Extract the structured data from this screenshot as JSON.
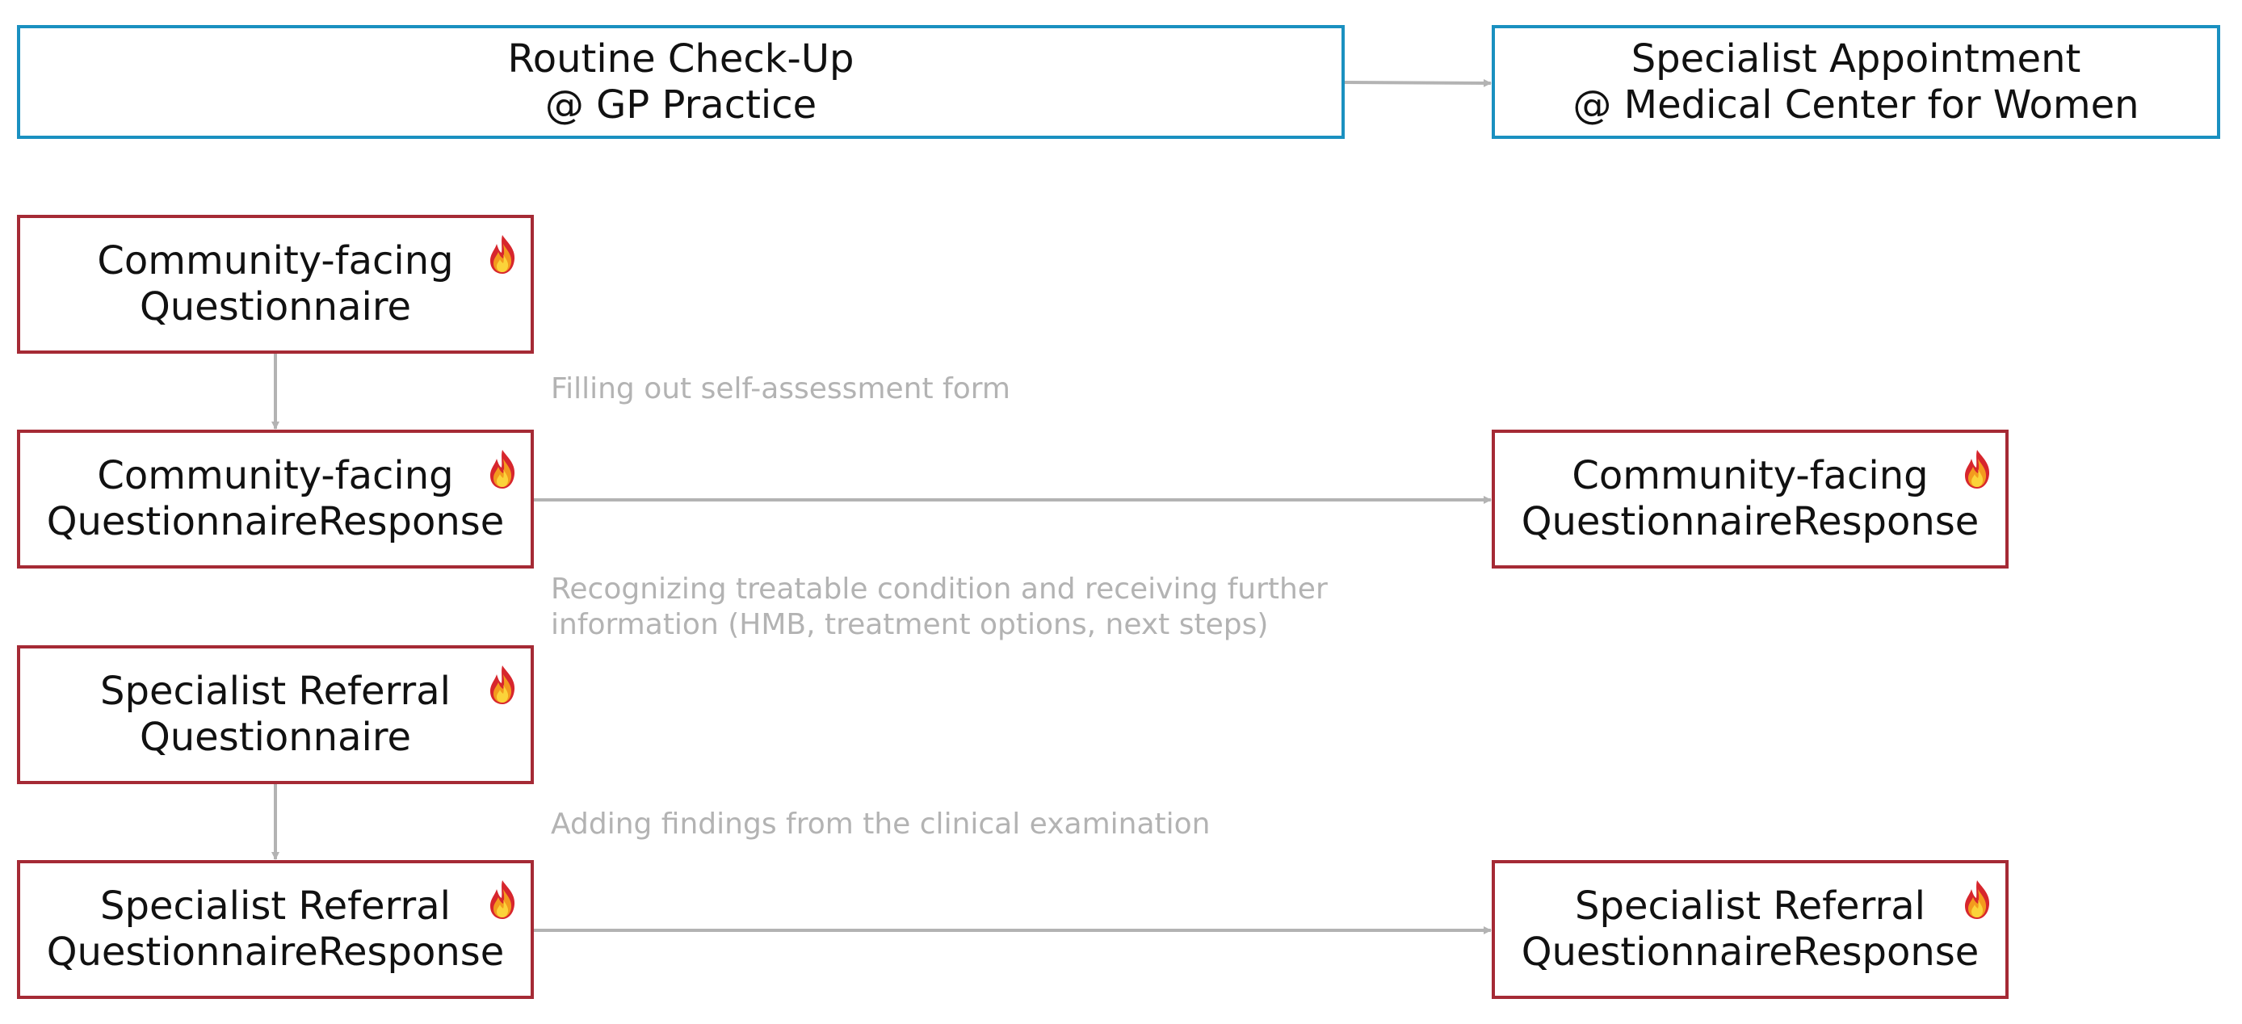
{
  "colors": {
    "encounter_border": "#1a90c0",
    "resource_border": "#a52a35",
    "connector": "#b3b3b3",
    "note_text": "#b3b3b3"
  },
  "encounters": {
    "gp": {
      "line1": "Routine Check-Up",
      "line2": "@ GP Practice"
    },
    "specialist": {
      "line1": "Specialist Appointment",
      "line2": "@ Medical Center for Women"
    }
  },
  "resources": {
    "cf_questionnaire": {
      "line1": "Community-facing",
      "line2": "Questionnaire",
      "icon": "fhir-flame-icon"
    },
    "cf_response_gp": {
      "line1": "Community-facing",
      "line2": "QuestionnaireResponse",
      "icon": "fhir-flame-icon"
    },
    "cf_response_specialist": {
      "line1": "Community-facing",
      "line2": "QuestionnaireResponse",
      "icon": "fhir-flame-icon"
    },
    "sr_questionnaire": {
      "line1": "Specialist Referral",
      "line2": "Questionnaire",
      "icon": "fhir-flame-icon"
    },
    "sr_response_gp": {
      "line1": "Specialist Referral",
      "line2": "QuestionnaireResponse",
      "icon": "fhir-flame-icon"
    },
    "sr_response_specialist": {
      "line1": "Specialist Referral",
      "line2": "QuestionnaireResponse",
      "icon": "fhir-flame-icon"
    }
  },
  "notes": {
    "self_assessment": "Filling out self-assessment form",
    "treatable_condition": {
      "line1": "Recognizing treatable condition and receiving further",
      "line2": "information (HMB, treatment options, next steps)"
    },
    "clinical_findings": "Adding findings from the clinical examination"
  }
}
